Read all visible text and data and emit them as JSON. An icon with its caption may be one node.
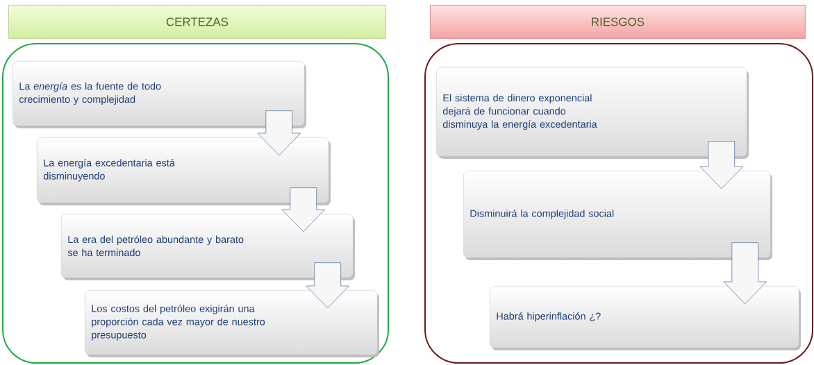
{
  "diagram": {
    "nodes": [
      {
        "text": [
          "CERTEZAS"
        ]
      },
      {
        "text": [],
        "shape": "box"
      },
      {
        "text": [
          "La *energía* es la fuente de todo crecimiento y complejidad"
        ],
        "in": 1
      },
      {
        "text": [
          "La energía excedentaria está disminuyendo"
        ],
        "in": 1
      },
      {
        "text": [
          "La era del petróleo abundante y barato se ha terminado"
        ],
        "in": 1
      },
      {
        "text": [
          "Los costos del petróleo exigirán una proporción cada vez mayor de nuestro presupuesto"
        ],
        "in": 1
      },
      {
        "text": [
          "RIESGOS"
        ]
      },
      {
        "text": [],
        "shape": "box"
      },
      {
        "text": [
          "El sistema de dinero exponencial dejará de funcionar cuando disminuya la energía excedentaria"
        ],
        "in": 7
      },
      {
        "text": [
          "Disminuirá la complejidad social"
        ],
        "in": 7
      },
      {
        "text": [
          "Habrá hiperinflación ¿?"
        ],
        "in": 7
      }
    ],
    "edges": [
      {
        "from": 2,
        "to": 3,
        "arrow": "to"
      },
      {
        "from": 3,
        "to": 4,
        "arrow": "to"
      },
      {
        "from": 4,
        "to": 5,
        "arrow": "to"
      },
      {
        "from": 8,
        "to": 9,
        "arrow": "to"
      },
      {
        "from": 9,
        "to": 10,
        "arrow": "to"
      }
    ]
  }
}
